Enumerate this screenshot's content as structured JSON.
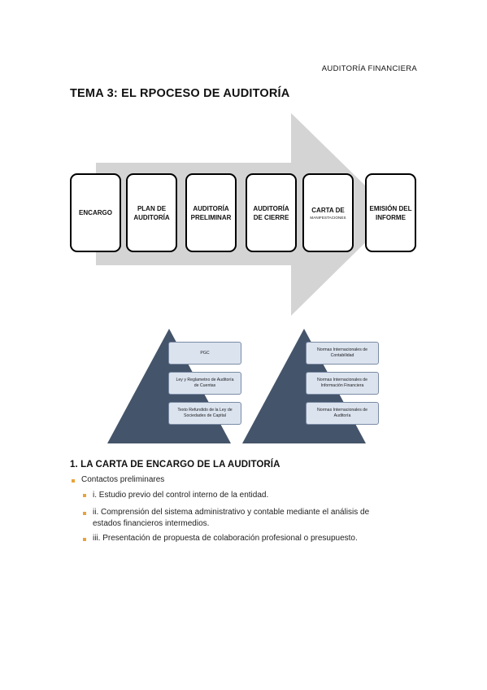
{
  "header": {
    "doc_label": "AUDITORÍA FINANCIERA"
  },
  "title": "TEMA 3: EL RPOCESO DE AUDITORÍA",
  "process": {
    "steps": [
      {
        "line1": "ENCARGO",
        "line2": "",
        "sub": ""
      },
      {
        "line1": "PLAN DE",
        "line2": "AUDITORÍA",
        "sub": ""
      },
      {
        "line1": "AUDITORÍA",
        "line2": "PRELIMINAR",
        "sub": ""
      },
      {
        "line1": "AUDITORÍA",
        "line2": "DE CIERRE",
        "sub": ""
      },
      {
        "line1": "CARTA DE",
        "line2": "",
        "sub": "MANIFESTACIONES"
      },
      {
        "line1": "EMISIÓN DEL",
        "line2": "INFORME",
        "sub": ""
      }
    ]
  },
  "pyramids": {
    "left": [
      "PGC",
      "Ley y Reglametno de Auditoría de Cuentas",
      "Texto Refundido de la Ley de Sociedades de Capital"
    ],
    "right": [
      "Normas Internacionales de Contabilidad",
      "Normas Internacionales de Información Financiera",
      "Normas Internacionales de Auditoría"
    ]
  },
  "colors": {
    "arrow": "#d4d4d4",
    "pyramid": "#44546a",
    "pyramid_box": "#dbe3ef",
    "bullet": "#e8a33d"
  },
  "section1": {
    "heading": "1.  LA CARTA DE ENCARGO DE LA AUDITORÍA",
    "level1": "Contactos preliminares",
    "items": [
      "i. Estudio previo del control interno de la entidad.",
      "ii. Comprensión del sistema administrativo y contable mediante el análisis de",
      "estados financieros intermedios.",
      "iii. Presentación de propuesta de colaboración profesional o presupuesto."
    ]
  }
}
